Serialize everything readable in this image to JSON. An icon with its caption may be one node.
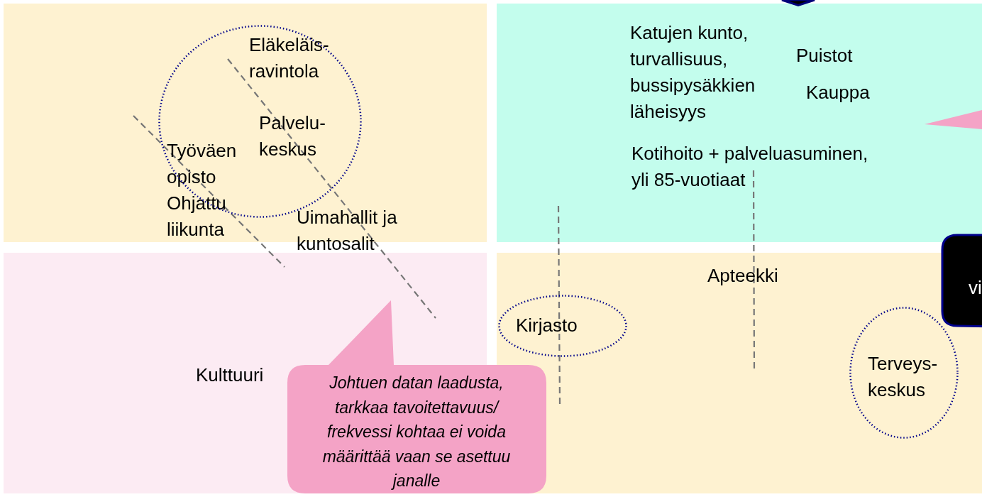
{
  "diagram": {
    "nodes": [
      {
        "text": [
          "Eläkeläis- ravintola",
          "Palvelu- keskus"
        ]
      },
      {
        "text": [
          "Kirjasto"
        ]
      },
      {
        "text": [
          "Terveys- keskus"
        ]
      },
      {
        "text": [
          "Johtuen datan laadusta, tarkkaa tavoitettavuus/ frekvessi kohtaa ei voida määrittää vaan se asettuu janalle"
        ]
      },
      {
        "text": [
          "vi"
        ]
      },
      {
        "text": [],
        "shape": "triangle"
      },
      {
        "text": [],
        "shape": "arrow"
      }
    ],
    "labels": [
      "Katujen kunto, turvallisuus, bussipysäkkien läheisyys",
      "Puistot",
      "Kauppa",
      "Kotihoito + palveluasuminen, yli 85-vuotiaat",
      "Työväen opisto",
      "Ohjattu liikunta",
      "Uimahallit ja kuntosalit",
      "Apteekki",
      "Kulttuuri"
    ]
  }
}
